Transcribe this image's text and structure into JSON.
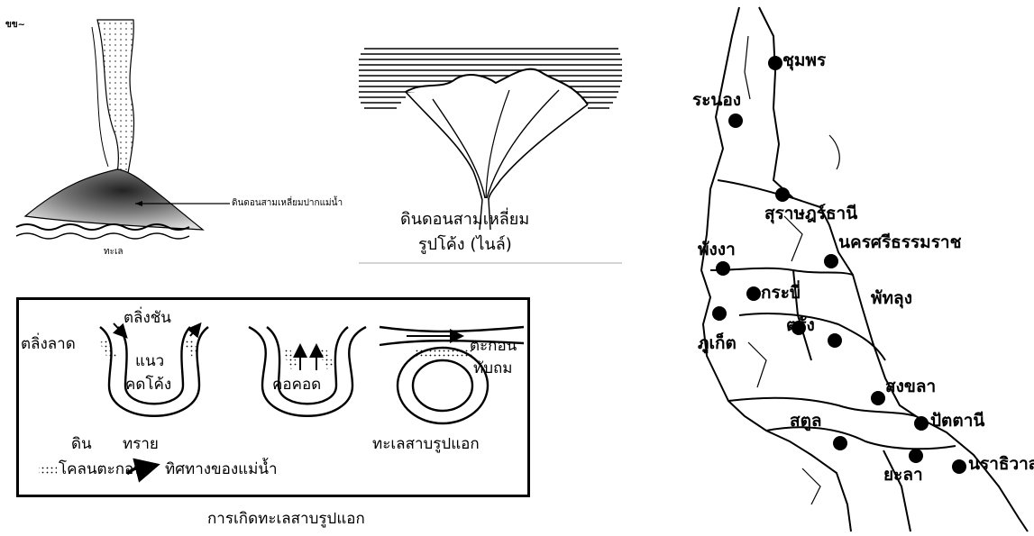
{
  "delta_fig": {
    "corner_mark": "ขข~",
    "delta_label": "ดินดอนสามเหลี่ยมปากแม่น้ำ",
    "sea_label": "ทะเล"
  },
  "nile_fig": {
    "caption_line1": "ดินดอนสามเหลี่ยม",
    "caption_line2": "รูปโค้ง (ไนล์)"
  },
  "oxbow_fig": {
    "cut_bank": "ตลิ่งชัน",
    "slip_bank": "ตลิ่งลาด",
    "meander_line1": "แนว",
    "meander_line2": "คดโค้ง",
    "neck": "คอคอด",
    "sediment_line1": "ตะกอน",
    "sediment_line2": "ทับถม",
    "soil": "ดิน",
    "sand": "ทราย",
    "mud_legend": "โคลนตะกอน",
    "flow_legend": "ทิศทางของแม่น้ำ",
    "oxbow_lake": "ทะเลสาบรูปแอก",
    "title": "การเกิดทะเลสาบรูปแอก"
  },
  "map": {
    "provinces": [
      "ชุมพร",
      "ระนอง",
      "สุราษฎร์ธานี",
      "นครศรีธรรมราช",
      "พังงา",
      "กระบี่",
      "ภูเก็ต",
      "ตรัง",
      "พัทลุง",
      "สงขลา",
      "สตูล",
      "ปัตตานี",
      "ยะลา",
      "นราธิวาส"
    ]
  }
}
